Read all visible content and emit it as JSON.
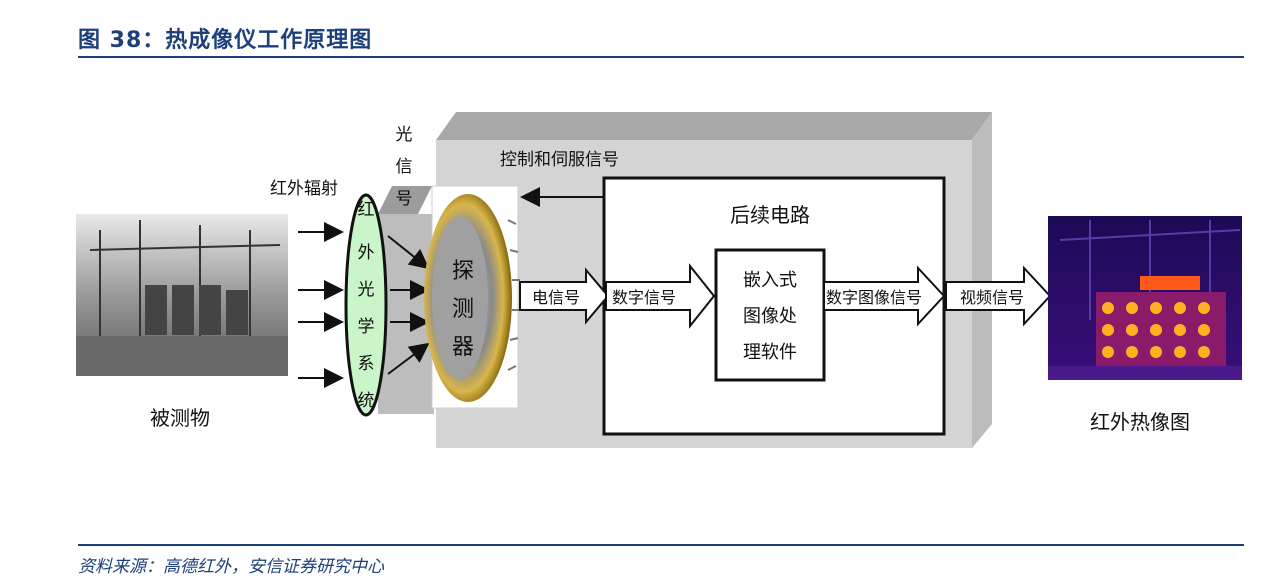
{
  "header": {
    "title": "图 38：热成像仪工作原理图"
  },
  "footer": {
    "source": "资料来源：高德红外，安信证券研究中心"
  },
  "diagram": {
    "object_label": "被测物",
    "ir_radiation": "红外辐射",
    "optics_chars": [
      "红",
      "外",
      "光",
      "学",
      "系",
      "统"
    ],
    "light_signal_chars": [
      "光",
      "信",
      "号"
    ],
    "detector_chars": [
      "探",
      "测",
      "器"
    ],
    "control_label": "控制和伺服信号",
    "circuit_label": "后续电路",
    "electric_signal": "电信号",
    "digital_signal": "数字信号",
    "embedded_chars": [
      "嵌入式",
      "图像处",
      "理软件"
    ],
    "digital_image_signal": "数字图像信号",
    "video_signal": "视频信号",
    "thermal_label": "红外热像图"
  },
  "colors": {
    "brand": "#1d3f7a",
    "lens_fill": "#c9f5c9",
    "box_face": "#d4d4d4",
    "box_top": "#a9a9a9",
    "box_side": "#bcbcbc"
  }
}
